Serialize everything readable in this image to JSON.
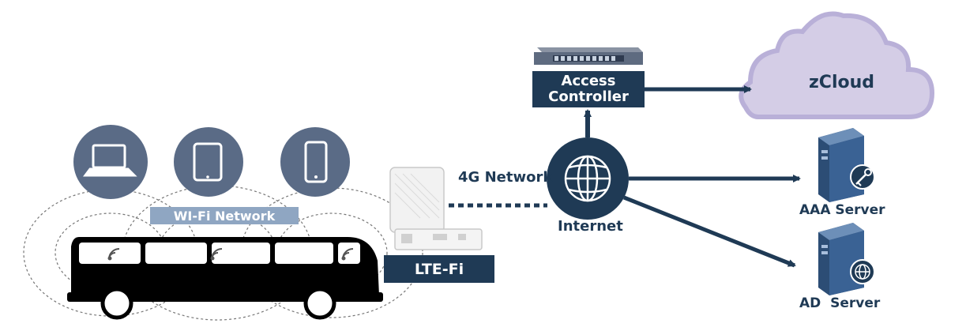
{
  "labels": {
    "wifi_network": "WI-Fi Network",
    "lte_fi": "LTE-Fi",
    "network_4g": "4G Network",
    "internet": "Internet",
    "access_controller_line1": "Access",
    "access_controller_line2": "Controller",
    "zcloud": "zCloud",
    "aaa_server": "AAA Server",
    "ad_server": "AD  Server"
  },
  "icons": [
    "laptop-icon",
    "tablet-icon",
    "smartphone-icon",
    "bus-icon",
    "wifi-icon",
    "lte-fi-device-icon",
    "globe-icon",
    "switch-icon",
    "cloud-icon",
    "server-icon",
    "key-icon"
  ],
  "colors": {
    "navy": "#1f3a55",
    "device_circle": "#5a6b86",
    "wifi_label_bg": "#8fa6c2",
    "cloud_fill": "#d4cde6",
    "cloud_stroke": "#b9b0d8",
    "bus_black": "#000000"
  }
}
